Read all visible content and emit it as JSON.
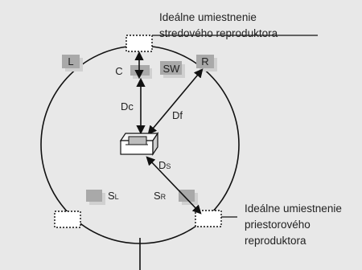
{
  "callouts": {
    "center_line1": "Ideálne umiestnenie",
    "center_line2": "stredového reproduktora",
    "surround_line1": "Ideálne umiestnenie",
    "surround_line2": "priestorového",
    "surround_line3": "reproduktora"
  },
  "speakers": {
    "left": "L",
    "right": "R",
    "center": "C",
    "subwoofer": "SW",
    "surround_left": "SL",
    "surround_right": "SR"
  },
  "subscripts": {
    "surround_left": "L",
    "surround_right": "R"
  },
  "letters": {
    "surround_left_main": "S",
    "surround_right_main": "S",
    "ds_main": "D",
    "ds_sub": "S"
  },
  "distances": {
    "center": "Dc",
    "front": "Df"
  },
  "colors": {
    "background": "#e8e8e8",
    "speaker_box": "#a9a9a9",
    "speaker_shadow": "#d0d0d0",
    "line": "#111111"
  }
}
